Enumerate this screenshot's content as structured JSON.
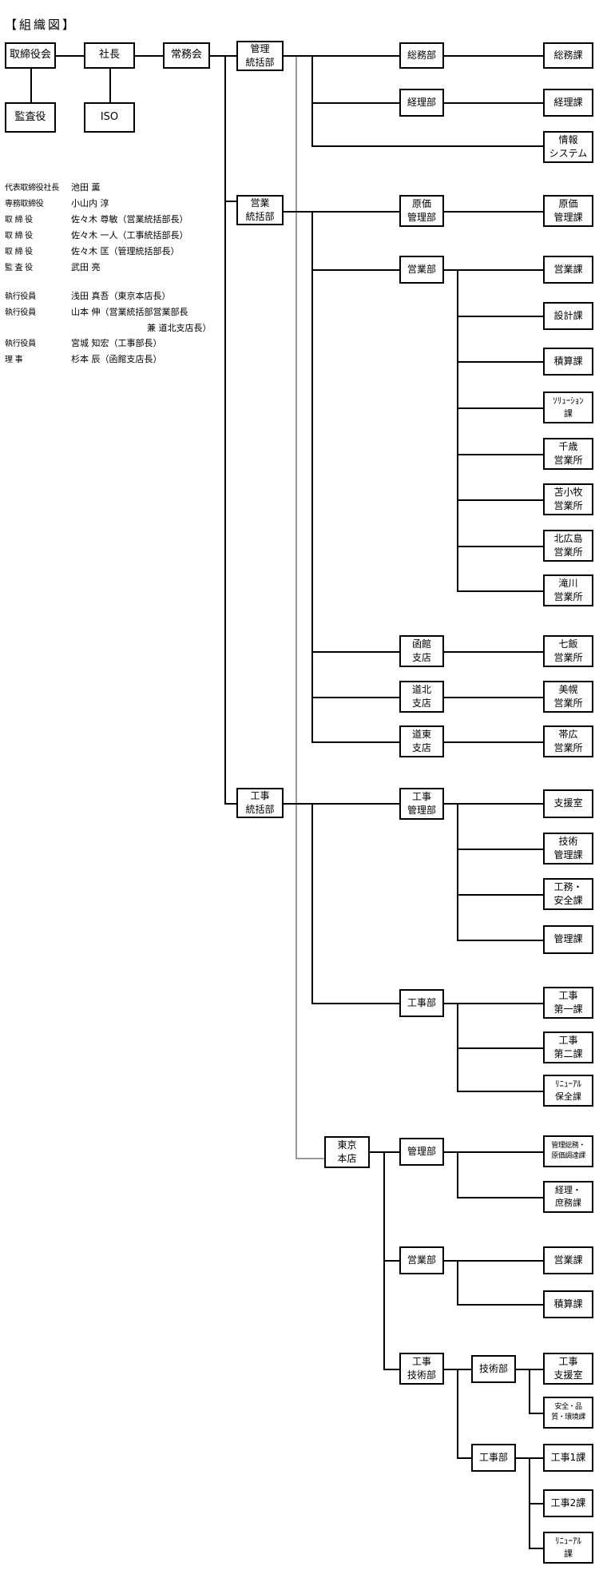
{
  "title": "【組織図】",
  "top_boxes": {
    "board": "取締役会",
    "president": "社長",
    "executive_committee": "常務会",
    "auditor": "監査役",
    "iso": "ISO"
  },
  "officers": [
    {
      "role": "代表取締役社長",
      "name": "池田 薫"
    },
    {
      "role": "専務取締役",
      "name": "小山内 淳"
    },
    {
      "role": "取 締 役",
      "name": "佐々木 尊敏（営業統括部長）"
    },
    {
      "role": "取 締 役",
      "name": "佐々木 一人（工事統括部長）"
    },
    {
      "role": "取 締 役",
      "name": "佐々木 匡（管理統括部長）"
    },
    {
      "role": "監 査 役",
      "name": "武田 亮"
    },
    {
      "role": "執行役員",
      "name": "浅田 真吾（東京本店長）"
    },
    {
      "role": "執行役員",
      "name": "山本 伸（営業統括部営業部長",
      "name2": "兼 道北支店長）"
    },
    {
      "role": "執行役員",
      "name": "宮城 知宏（工事部長）"
    },
    {
      "role": "理 事",
      "name": "杉本 辰（函館支店長）"
    }
  ],
  "divisions": {
    "admin": "管理\n統括部",
    "sales": "営業\n統括部",
    "construction": "工事\n統括部",
    "tokyo": "東京\n本店"
  },
  "departments": {
    "general_affairs": "総務部",
    "accounting": "経理部",
    "cost_mgmt": "原価\n管理部",
    "sales": "営業部",
    "hakodate": "函館\n支店",
    "dohoku": "道北\n支店",
    "doto": "道東\n支店",
    "constr_mgmt": "工事\n管理部",
    "construction": "工事部",
    "tokyo_mgmt": "管理部",
    "tokyo_sales": "営業部",
    "tokyo_constr": "工事\n技術部",
    "tokyo_tech": "技術部",
    "tokyo_works": "工事部"
  },
  "sections": {
    "general_affairs": "総務課",
    "accounting": "経理課",
    "info_system": "情報\nシステム",
    "cost_mgmt": "原価\n管理課",
    "sales": "営業課",
    "design": "設計課",
    "estimating": "積算課",
    "solution": "ｿﾘｭｰｼｮﾝ\n課",
    "chitose": "千歳\n営業所",
    "tomakomai": "苫小牧\n営業所",
    "kitahiroshima": "北広島\n営業所",
    "takikawa": "滝川\n営業所",
    "nanae": "七飯\n営業所",
    "bihoro": "美幌\n営業所",
    "obihiro": "帯広\n営業所",
    "support": "支援室",
    "tech_mgmt": "技術\n管理課",
    "works_safety": "工務・\n安全課",
    "mgmt": "管理課",
    "constr1": "工事\n第一課",
    "constr2": "工事\n第二課",
    "renewal_maint": "ﾘﾆｭｰｱﾙ\n保全課",
    "tokyo_admin_cost": "管理総務・\n原価調達課",
    "tokyo_accounting": "経理・\n庶務課",
    "tokyo_sales": "営業課",
    "tokyo_estimating": "積算課",
    "tokyo_support": "工事\n支援室",
    "tokyo_safety": "安全・品\n質・環境課",
    "tokyo_works1": "工事1課",
    "tokyo_works2": "工事2課",
    "tokyo_renewal": "ﾘﾆｭｰｱﾙ\n課"
  }
}
